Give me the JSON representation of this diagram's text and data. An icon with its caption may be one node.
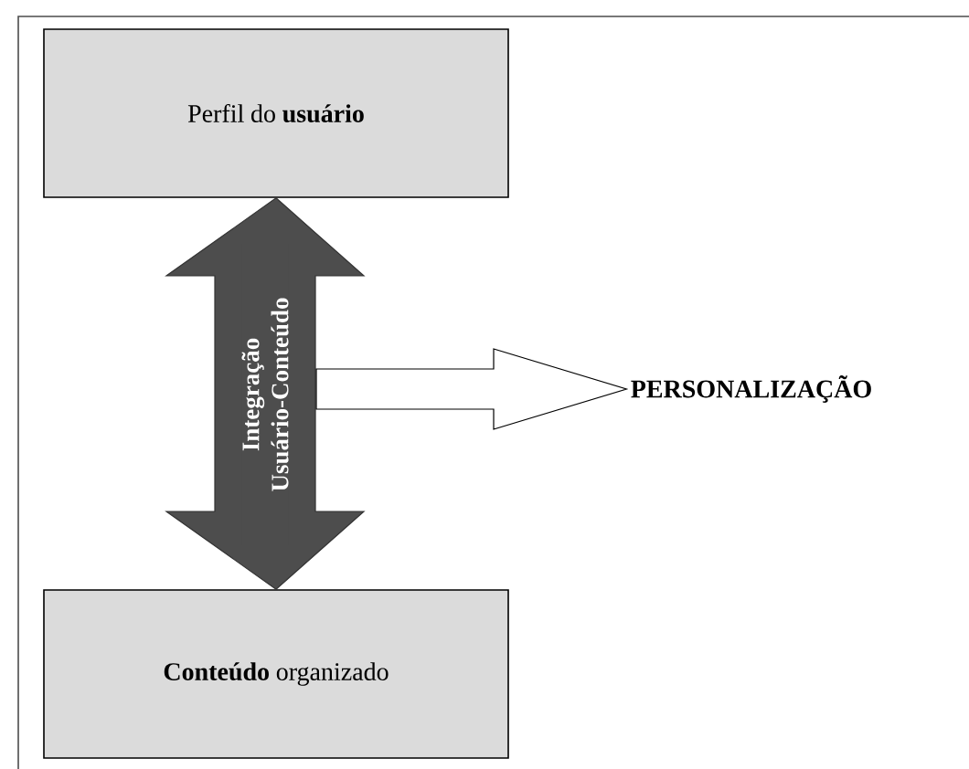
{
  "diagram": {
    "nodes": [
      {
        "text": [
          "Perfil do **usuário**"
        ]
      },
      {
        "text": [
          "**Conteúdo** organizado"
        ]
      },
      {
        "text": [
          "PERSONALIZAÇÃO"
        ]
      }
    ],
    "edges": [
      {
        "from": 0,
        "to": 1,
        "arrow": "both",
        "label": "Integração Usuário-Conteúdo",
        "color": "#4d4d4d"
      },
      {
        "from": null,
        "to": 2,
        "arrow": "to"
      }
    ]
  }
}
